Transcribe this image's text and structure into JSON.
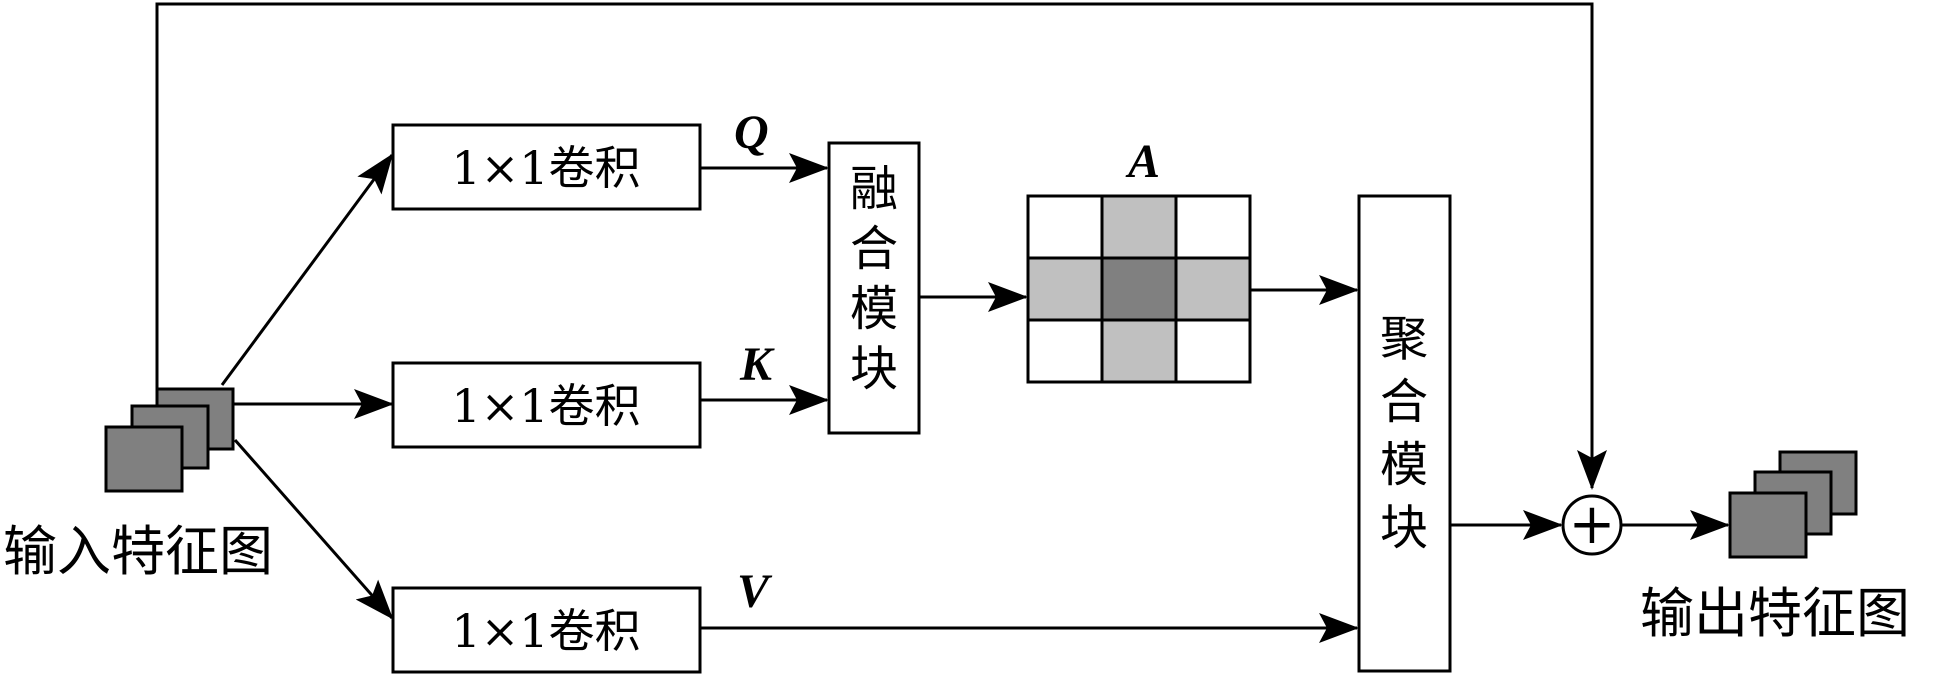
{
  "title": "",
  "nodes": {
    "input": {
      "label": "输入特征图"
    },
    "output": {
      "label": "输出特征图"
    },
    "conv_q": {
      "label": "1×1卷积"
    },
    "conv_k": {
      "label": "1×1卷积"
    },
    "conv_v": {
      "label": "1×1卷积"
    },
    "fusion": {
      "chars": [
        "融",
        "合",
        "模",
        "块"
      ]
    },
    "aggregation": {
      "chars": [
        "聚",
        "合",
        "模",
        "块"
      ]
    },
    "attention_map": {
      "cells": [
        [
          "white",
          "light",
          "white"
        ],
        [
          "light",
          "dark",
          "light"
        ],
        [
          "white",
          "light",
          "white"
        ]
      ]
    },
    "sum": {
      "symbol": "+"
    }
  },
  "edge_labels": {
    "q": "Q",
    "k": "K",
    "v": "V",
    "a": "A"
  },
  "colors": {
    "stroke": "#000000",
    "sheet": "#808080",
    "cell_white": "#ffffff",
    "cell_light": "#c0c0c0",
    "cell_dark": "#808080"
  }
}
